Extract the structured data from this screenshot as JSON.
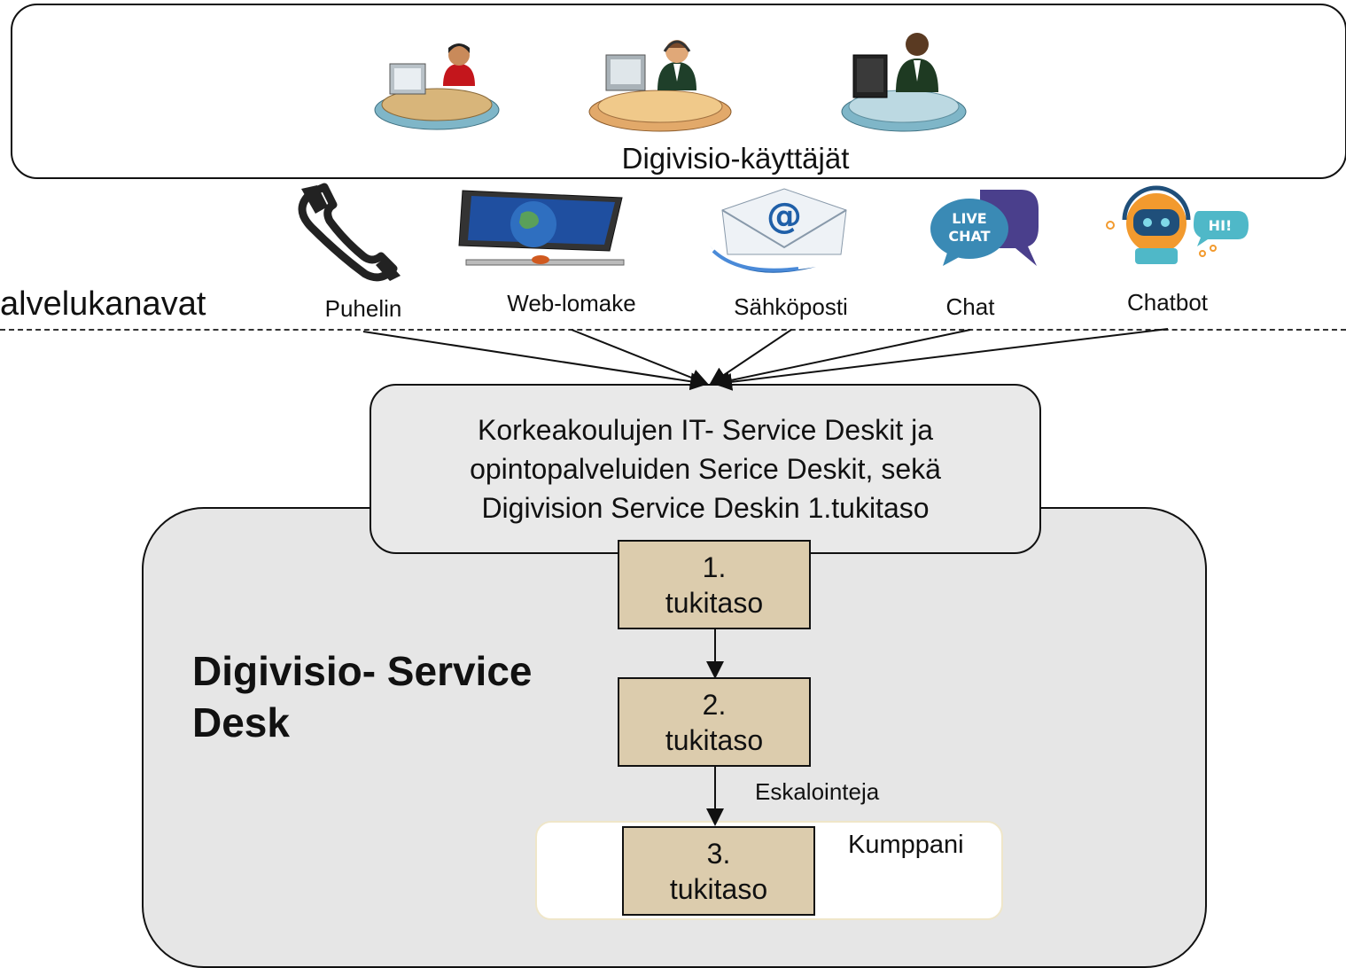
{
  "users": {
    "caption": "Digivisio-käyttäjät",
    "icons": [
      "user-woman-at-computer-icon",
      "user-man-headset-at-computer-icon",
      "user-man-at-computer-icon"
    ]
  },
  "channels_section": {
    "label": "alvelukanavat",
    "items": [
      {
        "label": "Puhelin",
        "icon": "phone-handset-icon"
      },
      {
        "label": "Web-lomake",
        "icon": "monitor-globe-icon"
      },
      {
        "label": "Sähköposti",
        "icon": "email-envelope-icon"
      },
      {
        "label": "Chat",
        "icon": "live-chat-bubble-icon"
      },
      {
        "label": "Chatbot",
        "icon": "chatbot-robot-icon"
      }
    ],
    "chat_bubble_text": [
      "LIVE",
      "CHAT"
    ],
    "chatbot_bubble_text": "HI!"
  },
  "front_desk": {
    "lines": [
      "Korkeakoulujen IT- Service Deskit ja",
      "opintopalveluiden Serice Deskit, sekä",
      "Digivision Service Deskin 1.tukitaso"
    ]
  },
  "service_desk": {
    "title_line1": "Digivisio- Service",
    "title_line2": "Desk",
    "levels": [
      {
        "number": "1.",
        "label": "tukitaso"
      },
      {
        "number": "2.",
        "label": "tukitaso"
      },
      {
        "number": "3.",
        "label": "tukitaso"
      }
    ],
    "escalation_label": "Eskalointeja",
    "partner_label": "Kumppani"
  },
  "colors": {
    "level_fill": "#dcccad",
    "desk_fill": "#e6e6e6",
    "front_fill": "#e9e9e9",
    "chat_blue": "#3a8ab5",
    "chat_purple": "#4a3f8c",
    "robot_orange": "#f29a2e"
  }
}
